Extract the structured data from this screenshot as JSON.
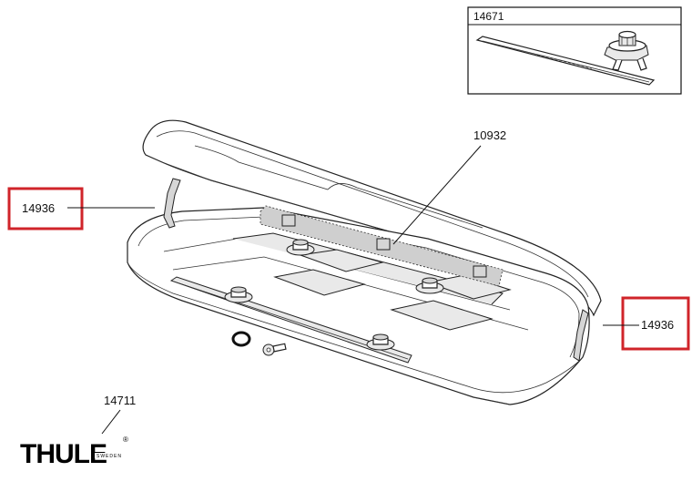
{
  "inset": {
    "part_number": "14671"
  },
  "callouts": {
    "top_lock": "10932",
    "hinge_left": "14936",
    "hinge_right": "14936",
    "bottom": "14711"
  },
  "brand": {
    "name": "THULE",
    "sub": "SWEDEN",
    "reg": "®"
  },
  "colors": {
    "highlight": "#d0242a",
    "line": "#111111"
  }
}
